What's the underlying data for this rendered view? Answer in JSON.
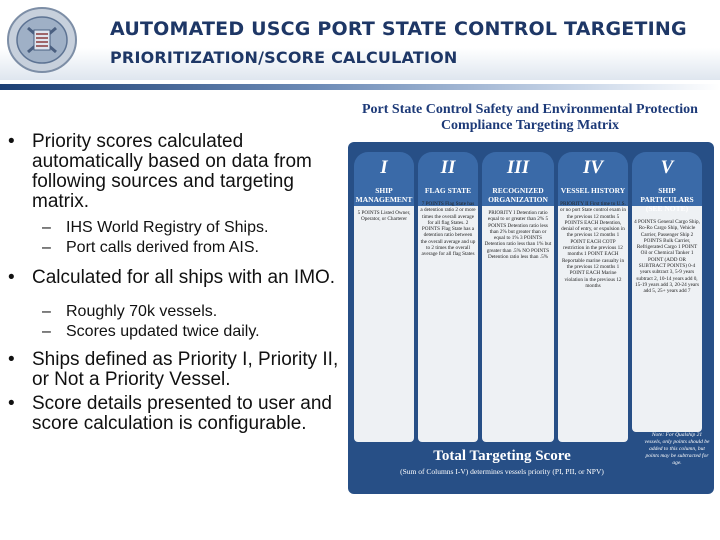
{
  "header": {
    "title_line1": "AUTOMATED USCG PORT STATE CONTROL TARGETING",
    "title_line2": "PRIORITIZATION/SCORE CALCULATION"
  },
  "bullets": [
    {
      "text": "Priority scores calculated automatically based on data from following sources and targeting matrix.",
      "subs": [
        "IHS World Registry of Ships.",
        "Port calls derived from AIS."
      ]
    },
    {
      "text": "Calculated for all ships with an IMO.",
      "subs": [
        "Roughly 70k vessels.",
        "Scores updated twice daily."
      ]
    },
    {
      "text": "Ships defined as Priority I, Priority II, or Not a Priority Vessel.",
      "subs": []
    },
    {
      "text": "Score details presented to user and score calculation is configurable.",
      "subs": []
    }
  ],
  "matrix": {
    "title_line1": "Port State Control Safety and Environmental Protection",
    "title_line2": "Compliance Targeting Matrix",
    "columns": [
      {
        "num": "I",
        "head": "SHIP MANAGEMENT",
        "body": "5 POINTS Listed Owner, Operator, or Charterer"
      },
      {
        "num": "II",
        "head": "FLAG STATE",
        "body": "7 POINTS Flag State has a detention ratio 2 or more times the overall average for all flag States. 2 POINTS Flag State has a detention ratio between the overall average and up to 2 times the overall average for all flag States"
      },
      {
        "num": "III",
        "head": "RECOGNIZED ORGANIZATION",
        "body": "PRIORITY I Detention ratio equal to or greater than 2% 5 POINTS Detention ratio less than 2% but greater than or equal to 1% 3 POINTS Detention ratio less than 1% but greater than .5% NO POINTS Detention ratio less than .5%"
      },
      {
        "num": "IV",
        "head": "VESSEL HISTORY",
        "body": "PRIORITY II First time to U.S. or no port State control exam in the previous 12 months 5 POINTS EACH Detention, denial of entry, or expulsion in the previous 12 months 1 POINT EACH COTP restriction in the previous 12 months 1 POINT EACH Reportable marine casualty in the previous 12 months 1 POINT EACH Marine violation in the previous 12 months"
      },
      {
        "num": "V",
        "head": "SHIP PARTICULARS (SEE NOTE)",
        "body": "4 POINTS General Cargo Ship, Ro-Ro Cargo Ship, Vehicle Carrier, Passenger Ship 2 POINTS Bulk Carrier, Refrigerated Cargo 1 POINT Oil or Chemical Tanker 1 POINT (ADD OR SUBTRACT POINTS) 0-4 years subtract 3, 5-9 years subtract 2, 10-14 years add 0, 15-19 years add 3, 20-24 years add 5, 25+ years add 7"
      }
    ],
    "total_title": "Total Targeting Score",
    "total_sub": "(Sum of Columns I-V) determines vessels priority (PI, PII, or NPV)",
    "note": "Note: For Qualship 21 vessels, only points should be added to this column, but points may be subtracted for age."
  },
  "colors": {
    "title": "#1e3766",
    "board": "#274f86",
    "column_head": "#3a6aa8"
  }
}
